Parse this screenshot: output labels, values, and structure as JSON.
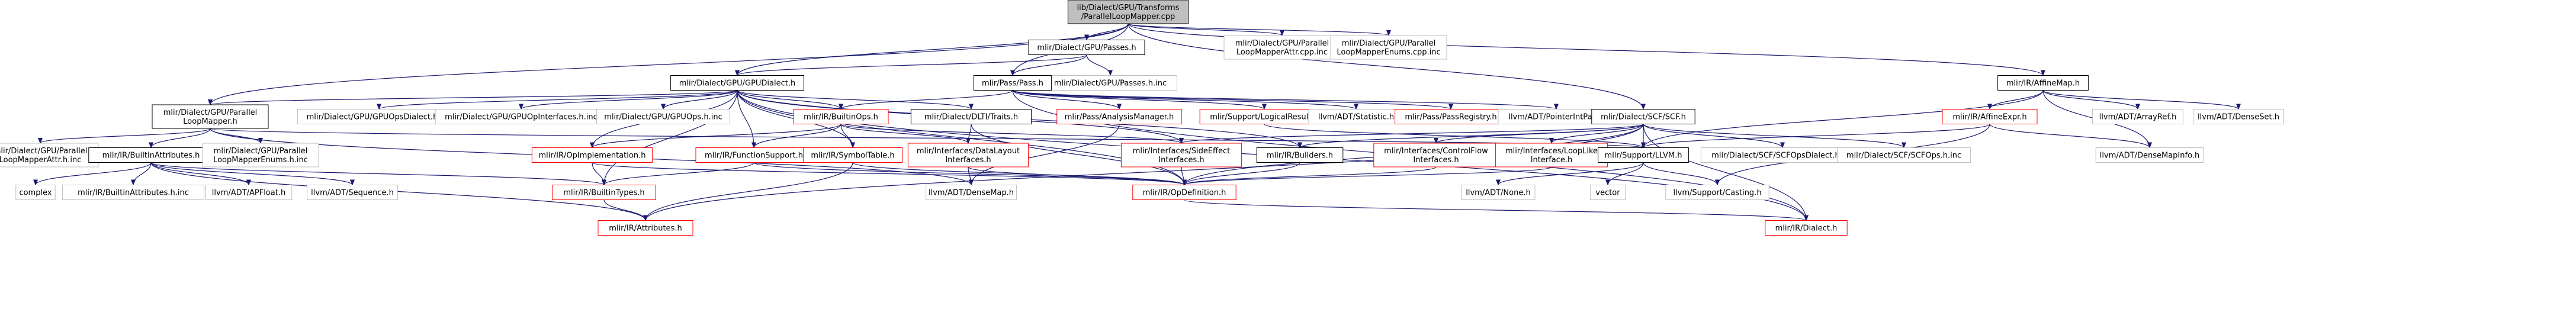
{
  "colors": {
    "edge": "#191970",
    "node_black": "#000000",
    "node_grey": "#bfbfbf",
    "node_red": "#ff0000",
    "fill_root": "#bfbfbf",
    "fill_white": "#ffffff"
  },
  "nodes": [
    {
      "id": "root",
      "lines": [
        "lib/Dialect/GPU/Transforms",
        "/ParallelLoopMapper.cpp"
      ],
      "style": "root"
    },
    {
      "id": "gpu_passes_h",
      "lines": [
        "mlir/Dialect/GPU/Passes.h"
      ],
      "style": "black"
    },
    {
      "id": "gpu_pm_attr_cpp",
      "lines": [
        "mlir/Dialect/GPU/Parallel",
        "LoopMapperAttr.cpp.inc"
      ],
      "style": "grey"
    },
    {
      "id": "gpu_pm_enums_cpp",
      "lines": [
        "mlir/Dialect/GPU/Parallel",
        "LoopMapperEnums.cpp.inc"
      ],
      "style": "grey"
    },
    {
      "id": "gpu_dialect_h",
      "lines": [
        "mlir/Dialect/GPU/GPUDialect.h"
      ],
      "style": "black"
    },
    {
      "id": "gpu_passes_inc",
      "lines": [
        "mlir/Dialect/GPU/Passes.h.inc"
      ],
      "style": "grey"
    },
    {
      "id": "pass_h",
      "lines": [
        "mlir/Pass/Pass.h"
      ],
      "style": "black"
    },
    {
      "id": "affinemap_h",
      "lines": [
        "mlir/IR/AffineMap.h"
      ],
      "style": "black"
    },
    {
      "id": "pl_mapper_h",
      "lines": [
        "mlir/Dialect/GPU/Parallel",
        "LoopMapper.h"
      ],
      "style": "black"
    },
    {
      "id": "gpu_ops_dialect_inc",
      "lines": [
        "mlir/Dialect/GPU/GPUOpsDialect.h.inc"
      ],
      "style": "grey"
    },
    {
      "id": "gpu_op_interfaces_inc",
      "lines": [
        "mlir/Dialect/GPU/GPUOpInterfaces.h.inc"
      ],
      "style": "grey"
    },
    {
      "id": "gpu_ops_inc",
      "lines": [
        "mlir/Dialect/GPU/GPUOps.h.inc"
      ],
      "style": "grey"
    },
    {
      "id": "builtin_ops_h",
      "lines": [
        "mlir/IR/BuiltinOps.h"
      ],
      "style": "red"
    },
    {
      "id": "dlti_traits_h",
      "lines": [
        "mlir/Dialect/DLTI/Traits.h"
      ],
      "style": "black"
    },
    {
      "id": "pass_analysis_mgr_h",
      "lines": [
        "mlir/Pass/AnalysisManager.h"
      ],
      "style": "red"
    },
    {
      "id": "logical_result_h",
      "lines": [
        "mlir/Support/LogicalResult.h"
      ],
      "style": "red"
    },
    {
      "id": "statistic_h",
      "lines": [
        "llvm/ADT/Statistic.h"
      ],
      "style": "grey"
    },
    {
      "id": "pass_registry_h",
      "lines": [
        "mlir/Pass/PassRegistry.h"
      ],
      "style": "red"
    },
    {
      "id": "pointer_int_pair_h",
      "lines": [
        "llvm/ADT/PointerIntPair.h"
      ],
      "style": "grey"
    },
    {
      "id": "scf_h",
      "lines": [
        "mlir/Dialect/SCF/SCF.h"
      ],
      "style": "black"
    },
    {
      "id": "affine_expr_h",
      "lines": [
        "mlir/IR/AffineExpr.h"
      ],
      "style": "red"
    },
    {
      "id": "array_ref_h",
      "lines": [
        "llvm/ADT/ArrayRef.h"
      ],
      "style": "grey"
    },
    {
      "id": "dense_set_h",
      "lines": [
        "llvm/ADT/DenseSet.h"
      ],
      "style": "grey"
    },
    {
      "id": "gpu_pm_attr_inc",
      "lines": [
        "mlir/Dialect/GPU/Parallel",
        "LoopMapperAttr.h.inc"
      ],
      "style": "grey"
    },
    {
      "id": "builtin_attrs_h",
      "lines": [
        "mlir/IR/BuiltinAttributes.h"
      ],
      "style": "black"
    },
    {
      "id": "gpu_pm_enums_inc",
      "lines": [
        "mlir/Dialect/GPU/Parallel",
        "LoopMapperEnums.h.inc"
      ],
      "style": "grey"
    },
    {
      "id": "op_impl_h",
      "lines": [
        "mlir/IR/OpImplementation.h"
      ],
      "style": "red"
    },
    {
      "id": "function_support_h",
      "lines": [
        "mlir/IR/FunctionSupport.h"
      ],
      "style": "red"
    },
    {
      "id": "symbol_table_h",
      "lines": [
        "mlir/IR/SymbolTable.h"
      ],
      "style": "red"
    },
    {
      "id": "data_layout_ifc_h",
      "lines": [
        "mlir/Interfaces/DataLayout",
        "Interfaces.h"
      ],
      "style": "red"
    },
    {
      "id": "side_effect_ifc_h",
      "lines": [
        "mlir/Interfaces/SideEffect",
        "Interfaces.h"
      ],
      "style": "red"
    },
    {
      "id": "builders_h",
      "lines": [
        "mlir/IR/Builders.h"
      ],
      "style": "black"
    },
    {
      "id": "control_flow_ifc_h",
      "lines": [
        "mlir/Interfaces/ControlFlow",
        "Interfaces.h"
      ],
      "style": "red"
    },
    {
      "id": "loop_like_ifc_h",
      "lines": [
        "mlir/Interfaces/LoopLike",
        "Interface.h"
      ],
      "style": "red"
    },
    {
      "id": "support_llvm_h",
      "lines": [
        "mlir/Support/LLVM.h"
      ],
      "style": "black"
    },
    {
      "id": "scf_ops_dialect_inc",
      "lines": [
        "mlir/Dialect/SCF/SCFOpsDialect.h.inc"
      ],
      "style": "grey"
    },
    {
      "id": "scf_ops_inc",
      "lines": [
        "mlir/Dialect/SCF/SCFOps.h.inc"
      ],
      "style": "grey"
    },
    {
      "id": "dense_map_info_h",
      "lines": [
        "llvm/ADT/DenseMapInfo.h"
      ],
      "style": "grey"
    },
    {
      "id": "complex",
      "lines": [
        "complex"
      ],
      "style": "grey"
    },
    {
      "id": "builtin_attrs_inc",
      "lines": [
        "mlir/IR/BuiltinAttributes.h.inc"
      ],
      "style": "grey"
    },
    {
      "id": "apfloat_h",
      "lines": [
        "llvm/ADT/APFloat.h"
      ],
      "style": "grey"
    },
    {
      "id": "sequence_h",
      "lines": [
        "llvm/ADT/Sequence.h"
      ],
      "style": "grey"
    },
    {
      "id": "builtin_types_h",
      "lines": [
        "mlir/IR/BuiltinTypes.h"
      ],
      "style": "red"
    },
    {
      "id": "dense_map_h",
      "lines": [
        "llvm/ADT/DenseMap.h"
      ],
      "style": "grey"
    },
    {
      "id": "op_definition_h",
      "lines": [
        "mlir/IR/OpDefinition.h"
      ],
      "style": "red"
    },
    {
      "id": "none_h",
      "lines": [
        "llvm/ADT/None.h"
      ],
      "style": "grey"
    },
    {
      "id": "vector",
      "lines": [
        "vector"
      ],
      "style": "grey"
    },
    {
      "id": "casting_h",
      "lines": [
        "llvm/Support/Casting.h"
      ],
      "style": "grey"
    },
    {
      "id": "attributes_h",
      "lines": [
        "mlir/IR/Attributes.h"
      ],
      "style": "red"
    },
    {
      "id": "dialect_h",
      "lines": [
        "mlir/IR/Dialect.h"
      ],
      "style": "red"
    }
  ],
  "edges": [
    [
      "root",
      "gpu_passes_h"
    ],
    [
      "root",
      "gpu_pm_attr_cpp"
    ],
    [
      "root",
      "gpu_pm_enums_cpp"
    ],
    [
      "root",
      "gpu_dialect_h"
    ],
    [
      "root",
      "pass_h"
    ],
    [
      "root",
      "affinemap_h"
    ],
    [
      "root",
      "scf_h"
    ],
    [
      "root",
      "pl_mapper_h"
    ],
    [
      "gpu_passes_h",
      "gpu_dialect_h"
    ],
    [
      "gpu_passes_h",
      "gpu_passes_inc"
    ],
    [
      "gpu_passes_h",
      "pass_h"
    ],
    [
      "gpu_dialect_h",
      "pl_mapper_h"
    ],
    [
      "gpu_dialect_h",
      "gpu_ops_dialect_inc"
    ],
    [
      "gpu_dialect_h",
      "gpu_op_interfaces_inc"
    ],
    [
      "gpu_dialect_h",
      "gpu_ops_inc"
    ],
    [
      "gpu_dialect_h",
      "builtin_ops_h"
    ],
    [
      "gpu_dialect_h",
      "dlti_traits_h"
    ],
    [
      "gpu_dialect_h",
      "function_support_h"
    ],
    [
      "gpu_dialect_h",
      "symbol_table_h"
    ],
    [
      "gpu_dialect_h",
      "op_impl_h"
    ],
    [
      "gpu_dialect_h",
      "builders_h"
    ],
    [
      "gpu_dialect_h",
      "side_effect_ifc_h"
    ],
    [
      "gpu_dialect_h",
      "op_definition_h"
    ],
    [
      "gpu_dialect_h",
      "dialect_h"
    ],
    [
      "gpu_dialect_h",
      "builtin_types_h"
    ],
    [
      "pass_h",
      "pass_analysis_mgr_h"
    ],
    [
      "pass_h",
      "logical_result_h"
    ],
    [
      "pass_h",
      "statistic_h"
    ],
    [
      "pass_h",
      "pass_registry_h"
    ],
    [
      "pass_h",
      "pointer_int_pair_h"
    ],
    [
      "pass_h",
      "builtin_ops_h"
    ],
    [
      "pass_h",
      "dialect_h"
    ],
    [
      "affinemap_h",
      "affine_expr_h"
    ],
    [
      "affinemap_h",
      "array_ref_h"
    ],
    [
      "affinemap_h",
      "dense_set_h"
    ],
    [
      "affinemap_h",
      "dense_map_info_h"
    ],
    [
      "affinemap_h",
      "support_llvm_h"
    ],
    [
      "pl_mapper_h",
      "gpu_pm_attr_inc"
    ],
    [
      "pl_mapper_h",
      "builtin_attrs_h"
    ],
    [
      "pl_mapper_h",
      "gpu_pm_enums_inc"
    ],
    [
      "pl_mapper_h",
      "dense_map_h"
    ],
    [
      "pl_mapper_h",
      "support_llvm_h"
    ],
    [
      "builtin_ops_h",
      "op_impl_h"
    ],
    [
      "builtin_ops_h",
      "function_support_h"
    ],
    [
      "builtin_ops_h",
      "symbol_table_h"
    ],
    [
      "builtin_ops_h",
      "data_layout_ifc_h"
    ],
    [
      "builtin_ops_h",
      "side_effect_ifc_h"
    ],
    [
      "dlti_traits_h",
      "data_layout_ifc_h"
    ],
    [
      "dlti_traits_h",
      "op_definition_h"
    ],
    [
      "pass_analysis_mgr_h",
      "dense_map_h"
    ],
    [
      "logical_result_h",
      "support_llvm_h"
    ],
    [
      "scf_h",
      "builders_h"
    ],
    [
      "scf_h",
      "control_flow_ifc_h"
    ],
    [
      "scf_h",
      "loop_like_ifc_h"
    ],
    [
      "scf_h",
      "side_effect_ifc_h"
    ],
    [
      "scf_h",
      "support_llvm_h"
    ],
    [
      "scf_h",
      "scf_ops_dialect_inc"
    ],
    [
      "scf_h",
      "scf_ops_inc"
    ],
    [
      "scf_h",
      "op_definition_h"
    ],
    [
      "scf_h",
      "dialect_h"
    ],
    [
      "scf_h",
      "attributes_h"
    ],
    [
      "affine_expr_h",
      "support_llvm_h"
    ],
    [
      "affine_expr_h",
      "dense_map_info_h"
    ],
    [
      "affine_expr_h",
      "casting_h"
    ],
    [
      "builtin_attrs_h",
      "complex"
    ],
    [
      "builtin_attrs_h",
      "builtin_attrs_inc"
    ],
    [
      "builtin_attrs_h",
      "apfloat_h"
    ],
    [
      "builtin_attrs_h",
      "sequence_h"
    ],
    [
      "builtin_attrs_h",
      "attributes_h"
    ],
    [
      "builtin_attrs_h",
      "builtin_types_h"
    ],
    [
      "op_impl_h",
      "builtin_types_h"
    ],
    [
      "op_impl_h",
      "op_definition_h"
    ],
    [
      "function_support_h",
      "op_definition_h"
    ],
    [
      "function_support_h",
      "builtin_types_h"
    ],
    [
      "symbol_table_h",
      "op_definition_h"
    ],
    [
      "symbol_table_h",
      "attributes_h"
    ],
    [
      "data_layout_ifc_h",
      "dense_map_h"
    ],
    [
      "data_layout_ifc_h",
      "op_definition_h"
    ],
    [
      "side_effect_ifc_h",
      "op_definition_h"
    ],
    [
      "builders_h",
      "op_definition_h"
    ],
    [
      "control_flow_ifc_h",
      "op_definition_h"
    ],
    [
      "loop_like_ifc_h",
      "op_definition_h"
    ],
    [
      "support_llvm_h",
      "none_h"
    ],
    [
      "support_llvm_h",
      "vector"
    ],
    [
      "support_llvm_h",
      "casting_h"
    ],
    [
      "builtin_types_h",
      "attributes_h"
    ],
    [
      "op_definition_h",
      "dialect_h"
    ]
  ]
}
